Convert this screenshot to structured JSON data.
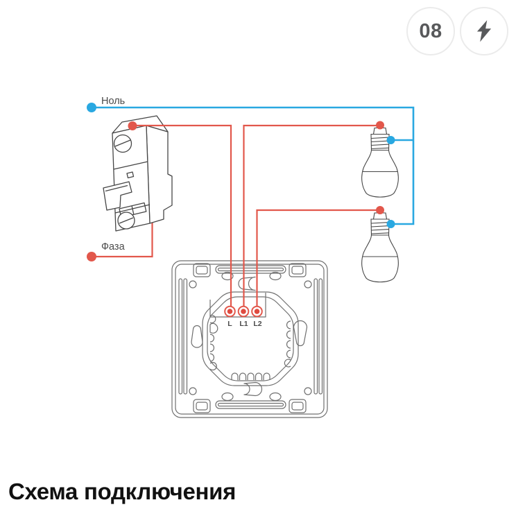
{
  "badges": {
    "slide_number": "08",
    "power_icon": "lightning-bolt"
  },
  "diagram": {
    "labels": {
      "neutral": "Ноль",
      "phase": "Фаза"
    },
    "terminals": [
      "L",
      "L1",
      "L2"
    ],
    "components": {
      "breaker": "single-pole-circuit-breaker",
      "switch": "smart-switch-back-plate",
      "bulb_top": "light-bulb",
      "bulb_bottom": "light-bulb"
    },
    "colors": {
      "neutral_wire": "#29a8e1",
      "phase_wire": "#e2574b",
      "terminal_ring": "#e2574b",
      "terminal_core": "#df4b40",
      "outline_dark": "#454545",
      "outline_gray": "#6f6f6f",
      "label_text": "#4a4a4a"
    }
  },
  "title": "Схема подключения"
}
